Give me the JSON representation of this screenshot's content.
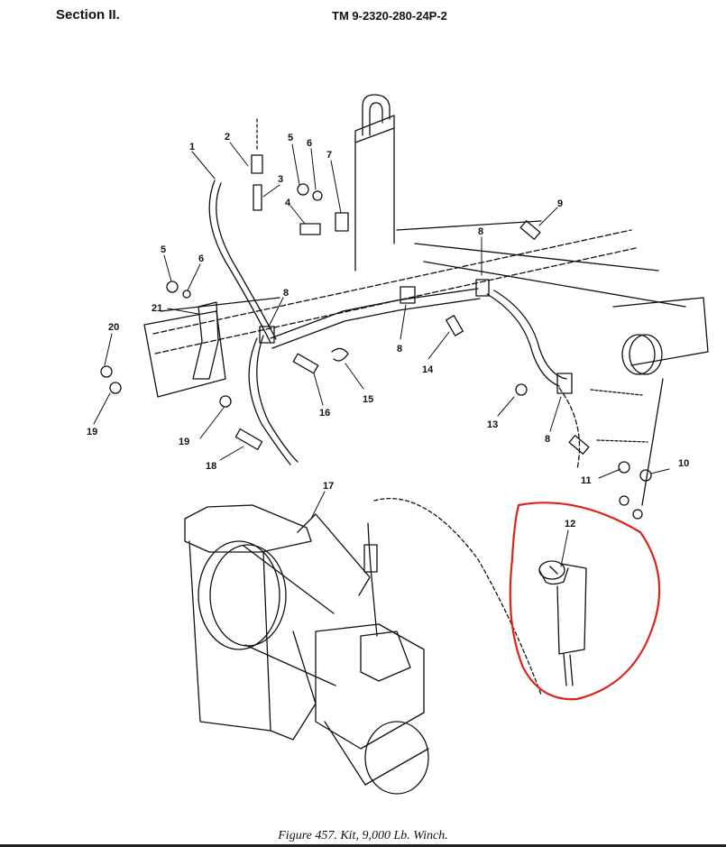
{
  "header": {
    "section": "Section II.",
    "manual": "TM 9-2320-280-24P-2"
  },
  "caption": "Figure 457.  Kit, 9,000 Lb. Winch.",
  "callouts": {
    "c1": "1",
    "c2": "2",
    "c3": "3",
    "c4": "4",
    "c5a": "5",
    "c5b": "5",
    "c6a": "6",
    "c6b": "6",
    "c7": "7",
    "c8a": "8",
    "c8b": "8",
    "c8c": "8",
    "c8d": "8",
    "c9": "9",
    "c10": "10",
    "c11": "11",
    "c12": "12",
    "c13": "13",
    "c14": "14",
    "c15": "15",
    "c16": "16",
    "c17": "17",
    "c18": "18",
    "c19a": "19",
    "c19b": "19",
    "c20": "20",
    "c21": "21"
  },
  "colors": {
    "ink": "#111111",
    "highlight": "#e0201b"
  }
}
